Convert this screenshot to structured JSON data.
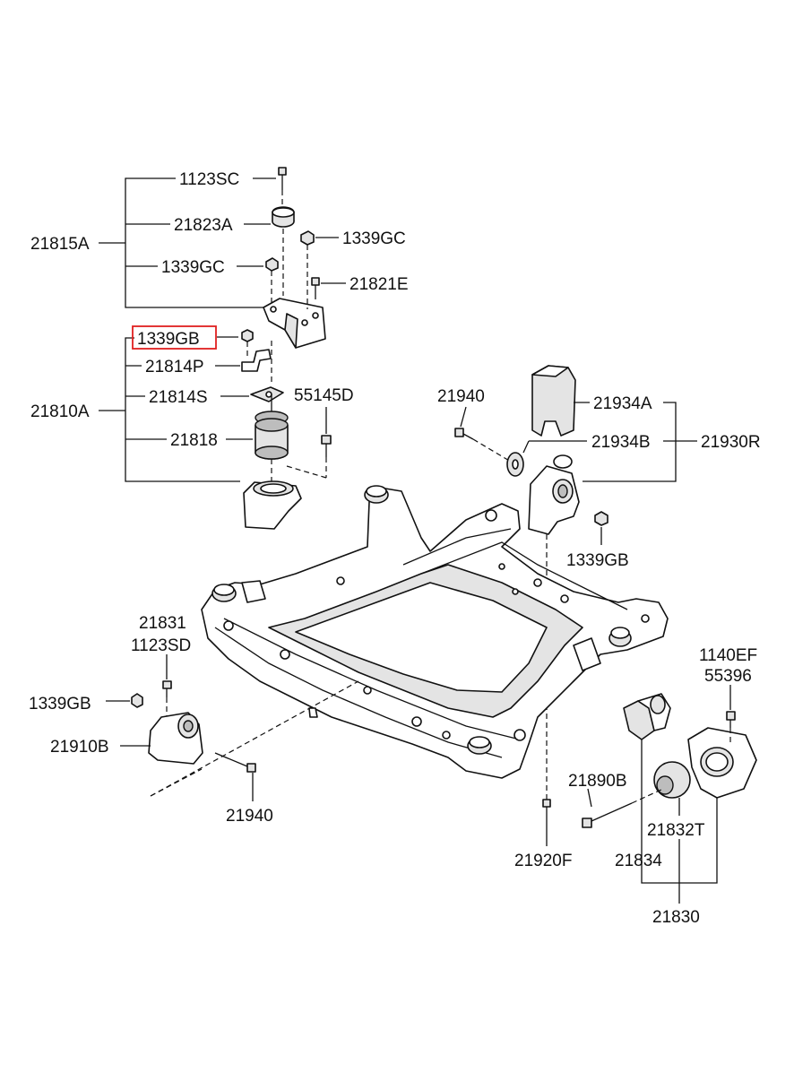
{
  "labels": {
    "l_1123SC": "1123SC",
    "l_21823A": "21823A",
    "l_21815A": "21815A",
    "l_1339GC_a": "1339GC",
    "l_1339GC_b": "1339GC",
    "l_21821E": "21821E",
    "l_1339GB_hl": "1339GB",
    "l_21814P": "21814P",
    "l_21814S": "21814S",
    "l_55145D": "55145D",
    "l_21810A": "21810A",
    "l_21818": "21818",
    "l_21940_top": "21940",
    "l_21934A": "21934A",
    "l_21934B": "21934B",
    "l_21930R": "21930R",
    "l_1339GB_right": "1339GB",
    "l_21831": "21831",
    "l_1123SD": "1123SD",
    "l_1339GB_left": "1339GB",
    "l_21910B": "21910B",
    "l_21940_bottom": "21940",
    "l_1140EF": "1140EF",
    "l_55396": "55396",
    "l_21890B": "21890B",
    "l_21832T": "21832T",
    "l_21920F": "21920F",
    "l_21834": "21834",
    "l_21830": "21830"
  },
  "highlight": {
    "label": "1339GB",
    "color": "#e02020"
  }
}
